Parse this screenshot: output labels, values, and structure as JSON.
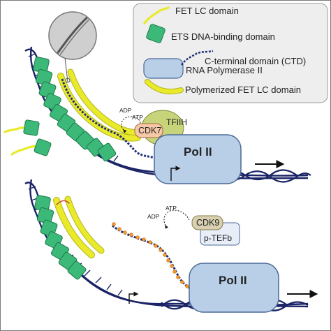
{
  "legend": {
    "fet_lc_domain": "FET LC domain",
    "ets_dna_binding_domain": "ETS DNA-binding domain",
    "ctd": "C-terminal domain (CTD)",
    "rna_pol_ii": "RNA Polymerase II",
    "polymerized_fet_lc": "Polymerized FET LC domain"
  },
  "top_panel": {
    "pol_ii": "Pol II",
    "cdk7": "CDK7",
    "tfiih": "TFIIH",
    "adp": "ADP",
    "atp": "ATP"
  },
  "bottom_panel": {
    "pol_ii": "Pol II",
    "cdk9": "CDK9",
    "ptefb": "p-TEFb",
    "adp": "ADP",
    "atp": "ATP"
  },
  "colors": {
    "fet_lc_yellow": "#e8ea2a",
    "ets_green": "#3cb878",
    "pol_ii_blue": "#b9cfe8",
    "ctd_navy": "#1f2f7a",
    "dna_navy": "#1a2466",
    "cdk7_peach": "#f7c8a8",
    "tfiih_olive": "#c8d47a",
    "cdk9_tan": "#d8d0b0",
    "phospho_orange": "#f59a2a",
    "legend_bg": "#eeeeee"
  }
}
